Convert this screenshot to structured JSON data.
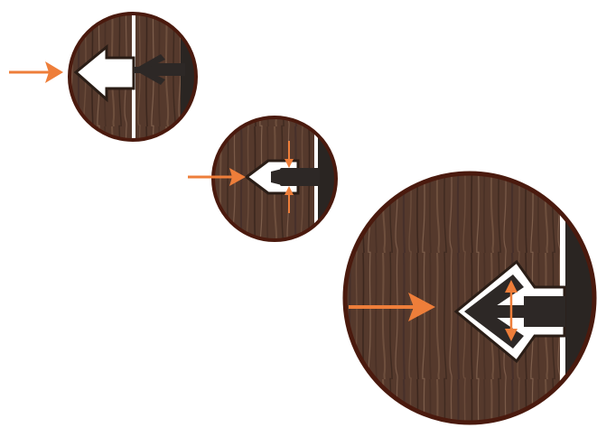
{
  "diagram": {
    "steps": [
      {
        "id": "step-1",
        "state": "insert",
        "push_arrow": true,
        "clamp_arrows": "none"
      },
      {
        "id": "step-2",
        "state": "compressed",
        "push_arrow": true,
        "clamp_arrows": "inward"
      },
      {
        "id": "step-3",
        "state": "expanded",
        "push_arrow": true,
        "clamp_arrows": "outward"
      }
    ]
  },
  "colors": {
    "wood_dark": "#4a3328",
    "wood_mid": "#5f4335",
    "wood_light": "#7a5a48",
    "rim": "#4a1a0e",
    "outline": "#241a16",
    "plug": "#2d2826",
    "hole": "#ffffff",
    "accent": "#ee7e3a",
    "background": "#ffffff"
  },
  "icons": [
    "wood-plug-icon",
    "push-arrow-icon",
    "clamp-arrow-icon"
  ]
}
